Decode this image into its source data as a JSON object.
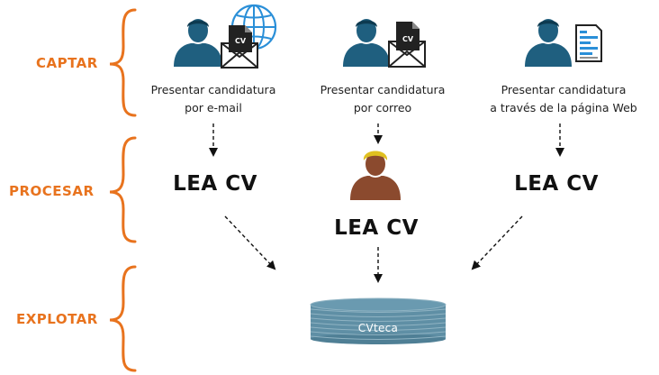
{
  "stages": {
    "captar": "CAPTAR",
    "procesar": "PROCESAR",
    "explotar": "EXPLOTAR"
  },
  "channels": [
    {
      "line1": "Presentar candidatura",
      "line2": "por e-mail",
      "icon": "person-email-globe-icon"
    },
    {
      "line1": "Presentar candidatura",
      "line2": "por correo",
      "icon": "person-mail-envelope-icon"
    },
    {
      "line1": "Presentar candidatura",
      "line2": "a través de la página Web",
      "icon": "person-webpage-form-icon"
    }
  ],
  "process": {
    "left": "LEA CV",
    "center": "LEA CV",
    "right": "LEA CV",
    "operator_icon": "operator-person-icon"
  },
  "database": {
    "label": "CVteca"
  },
  "colors": {
    "accent": "#e8731e",
    "person": "#1f5f7f",
    "operator_body": "#8b4a2e",
    "operator_hair": "#e0c020",
    "database": "#5f8fa5",
    "globe": "#2a8fd8",
    "envelope": "#222222"
  }
}
